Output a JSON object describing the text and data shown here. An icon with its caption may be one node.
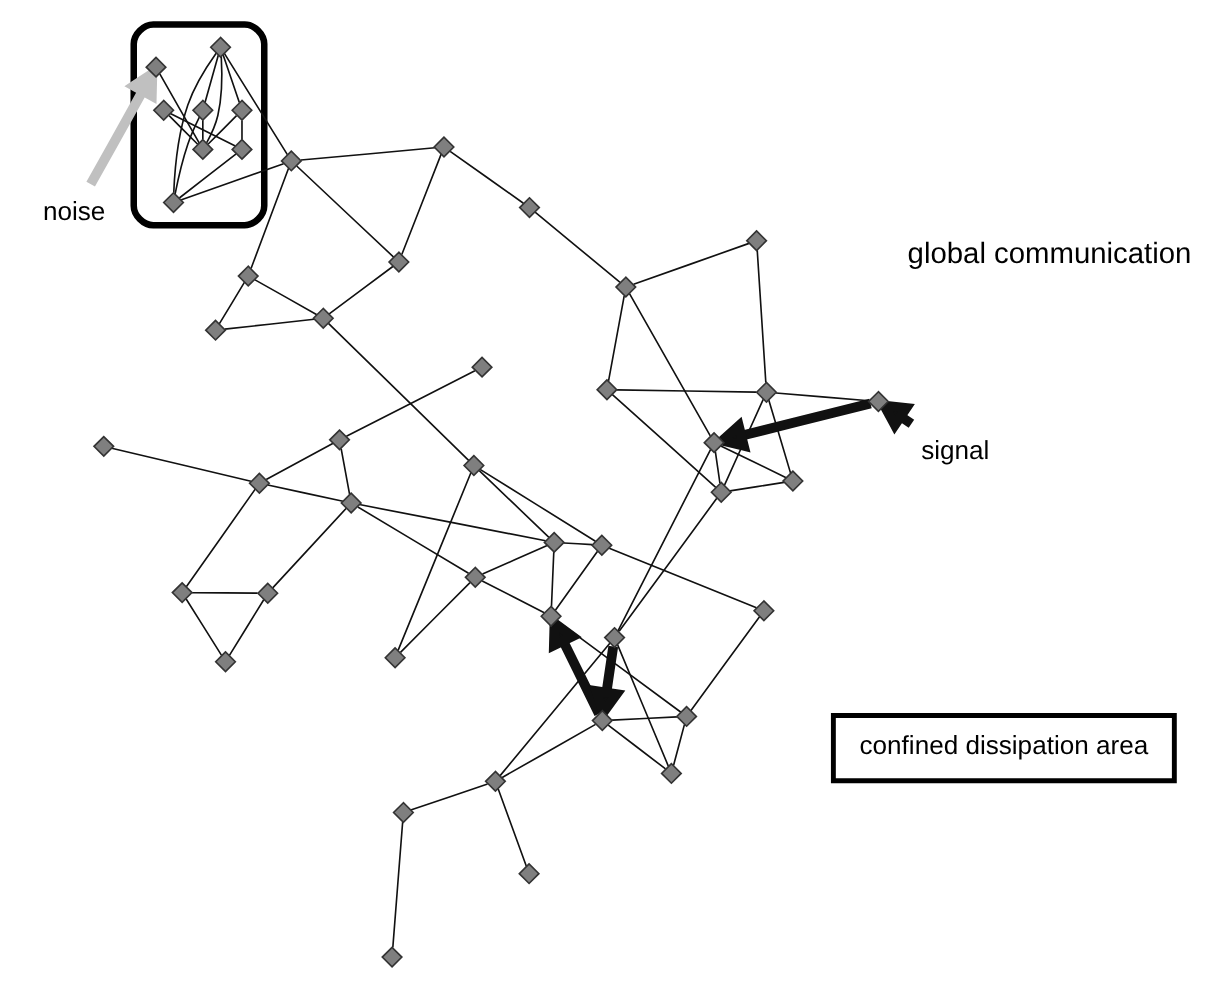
{
  "diagram": {
    "nodes": [
      {
        "text": [],
        "shape": "diamond"
      },
      {
        "text": [],
        "shape": "diamond"
      },
      {
        "text": [],
        "shape": "diamond"
      },
      {
        "text": [],
        "shape": "diamond"
      },
      {
        "text": [],
        "shape": "diamond"
      },
      {
        "text": [],
        "shape": "diamond"
      },
      {
        "text": [],
        "shape": "diamond"
      },
      {
        "text": [],
        "shape": "diamond"
      },
      {
        "text": [],
        "shape": "diamond"
      },
      {
        "text": [],
        "shape": "diamond"
      },
      {
        "text": [],
        "shape": "diamond"
      },
      {
        "text": [],
        "shape": "diamond"
      },
      {
        "text": [],
        "shape": "diamond"
      },
      {
        "text": [],
        "shape": "diamond"
      },
      {
        "text": [],
        "shape": "diamond"
      },
      {
        "text": [],
        "shape": "diamond"
      },
      {
        "text": [],
        "shape": "diamond"
      },
      {
        "text": [],
        "shape": "diamond"
      },
      {
        "text": [],
        "shape": "diamond"
      },
      {
        "text": [],
        "shape": "diamond"
      },
      {
        "text": [],
        "shape": "diamond"
      },
      {
        "text": [],
        "shape": "diamond"
      },
      {
        "text": [],
        "shape": "diamond"
      },
      {
        "text": [],
        "shape": "diamond"
      },
      {
        "text": [],
        "shape": "diamond"
      },
      {
        "text": [],
        "shape": "diamond"
      },
      {
        "text": [],
        "shape": "diamond"
      },
      {
        "text": [],
        "shape": "diamond"
      },
      {
        "text": [],
        "shape": "diamond"
      },
      {
        "text": [],
        "shape": "diamond"
      },
      {
        "text": [],
        "shape": "diamond"
      },
      {
        "text": [],
        "shape": "diamond"
      },
      {
        "text": [],
        "shape": "diamond"
      },
      {
        "text": [],
        "shape": "diamond"
      },
      {
        "text": [],
        "shape": "diamond"
      },
      {
        "text": [],
        "shape": "diamond"
      },
      {
        "text": [],
        "shape": "diamond"
      },
      {
        "text": [],
        "shape": "diamond"
      },
      {
        "text": [],
        "shape": "ellipse"
      },
      {
        "text": [],
        "shape": "diamond",
        "in": 38
      },
      {
        "text": [],
        "shape": "diamond",
        "in": 38
      },
      {
        "text": [],
        "shape": "diamond",
        "in": 38
      },
      {
        "text": [],
        "shape": "diamond",
        "in": 38
      },
      {
        "text": [],
        "shape": "diamond",
        "in": 38
      },
      {
        "text": [],
        "shape": "diamond",
        "in": 38
      },
      {
        "text": [],
        "shape": "diamond",
        "in": 38
      },
      {
        "text": [],
        "shape": "diamond",
        "in": 38
      },
      {
        "text": [
          "signal"
        ]
      },
      {
        "text": [
          "noise"
        ]
      },
      {
        "text": [
          "confined dissipation area"
        ]
      }
    ],
    "edges": [
      {
        "from": 0,
        "to": 1,
        "arrow": "none"
      },
      {
        "from": 1,
        "to": 2,
        "arrow": "none"
      },
      {
        "from": 2,
        "to": 3,
        "arrow": "none"
      },
      {
        "from": 1,
        "to": 4,
        "arrow": "none"
      },
      {
        "from": 4,
        "to": 5,
        "arrow": "none"
      },
      {
        "from": 4,
        "to": 6,
        "arrow": "none"
      },
      {
        "from": 5,
        "to": 6,
        "arrow": "none"
      },
      {
        "from": 6,
        "to": 7,
        "arrow": "none"
      },
      {
        "from": 1,
        "to": 7,
        "arrow": "none"
      },
      {
        "from": 2,
        "to": 7,
        "arrow": "none"
      },
      {
        "from": 7,
        "to": 8,
        "arrow": "none"
      },
      {
        "from": 7,
        "to": 9,
        "arrow": "none"
      },
      {
        "from": 8,
        "to": 10,
        "arrow": "none"
      },
      {
        "from": 8,
        "to": 9,
        "arrow": "none"
      },
      {
        "from": 9,
        "to": 10,
        "arrow": "none"
      },
      {
        "from": 10,
        "to": 14,
        "arrow": "none"
      },
      {
        "from": 9,
        "to": 13,
        "arrow": "none"
      },
      {
        "from": 9,
        "to": 14,
        "arrow": "none"
      },
      {
        "from": 8,
        "to": 12,
        "arrow": "none"
      },
      {
        "from": 12,
        "to": 13,
        "arrow": "none"
      },
      {
        "from": 13,
        "to": 14,
        "arrow": "none"
      },
      {
        "from": 14,
        "to": 11,
        "arrow": "none"
      },
      {
        "from": 10,
        "to": 20,
        "arrow": "none"
      },
      {
        "from": 11,
        "to": 20,
        "arrow": "none"
      },
      {
        "from": 15,
        "to": 18,
        "arrow": "none"
      },
      {
        "from": 18,
        "to": 19,
        "arrow": "none"
      },
      {
        "from": 18,
        "to": 17,
        "arrow": "none"
      },
      {
        "from": 17,
        "to": 16,
        "arrow": "none"
      },
      {
        "from": 19,
        "to": 20,
        "arrow": "none"
      },
      {
        "from": 19,
        "to": 21,
        "arrow": "none"
      },
      {
        "from": 20,
        "to": 21,
        "arrow": "none"
      },
      {
        "from": 21,
        "to": 22,
        "arrow": "none"
      },
      {
        "from": 18,
        "to": 22,
        "arrow": "none"
      },
      {
        "from": 22,
        "to": 23,
        "arrow": "none"
      },
      {
        "from": 22,
        "to": 24,
        "arrow": "none"
      },
      {
        "from": 23,
        "to": 24,
        "arrow": "none"
      },
      {
        "from": 23,
        "to": 25,
        "arrow": "none"
      },
      {
        "from": 24,
        "to": 25,
        "arrow": "none"
      },
      {
        "from": 25,
        "to": 26,
        "arrow": "none"
      },
      {
        "from": 24,
        "to": 26,
        "arrow": "none"
      },
      {
        "from": 23,
        "to": 27,
        "arrow": "none"
      },
      {
        "from": 24,
        "to": 28,
        "arrow": "none"
      },
      {
        "from": 27,
        "to": 28,
        "arrow": "none"
      },
      {
        "from": 28,
        "to": 26,
        "arrow": "none"
      },
      {
        "from": 27,
        "to": 29,
        "arrow": "none"
      },
      {
        "from": 29,
        "to": 26,
        "arrow": "none"
      },
      {
        "from": 26,
        "to": 30,
        "arrow": "none"
      },
      {
        "from": 27,
        "to": 34,
        "arrow": "none"
      },
      {
        "from": 13,
        "to": 31,
        "arrow": "none"
      },
      {
        "from": 31,
        "to": 32,
        "arrow": "none"
      },
      {
        "from": 32,
        "to": 33,
        "arrow": "none"
      },
      {
        "from": 33,
        "to": 34,
        "arrow": "none"
      },
      {
        "from": 31,
        "to": 35,
        "arrow": "none"
      },
      {
        "from": 31,
        "to": 36,
        "arrow": "none"
      },
      {
        "from": 35,
        "to": 36,
        "arrow": "none"
      },
      {
        "from": 36,
        "to": 37,
        "arrow": "none"
      },
      {
        "from": 32,
        "to": 37,
        "arrow": "none"
      },
      {
        "from": 33,
        "to": 37,
        "arrow": "none"
      },
      {
        "from": 37,
        "to": 39,
        "arrow": "none"
      },
      {
        "from": 37,
        "to": 41,
        "arrow": "none"
      },
      {
        "from": 39,
        "to": 40,
        "arrow": "none"
      },
      {
        "from": 39,
        "to": 41,
        "arrow": "none"
      },
      {
        "from": 39,
        "to": 44,
        "arrow": "none"
      },
      {
        "from": 41,
        "to": 40,
        "arrow": "none"
      },
      {
        "from": 40,
        "to": 43,
        "arrow": "none"
      },
      {
        "from": 41,
        "to": 43,
        "arrow": "none"
      },
      {
        "from": 41,
        "to": 45,
        "arrow": "none"
      },
      {
        "from": 43,
        "to": 42,
        "arrow": "none"
      },
      {
        "from": 44,
        "to": 45,
        "arrow": "none"
      },
      {
        "from": 45,
        "to": 43,
        "arrow": "none"
      },
      {
        "from": 44,
        "to": 46,
        "arrow": "none"
      },
      {
        "from": 46,
        "to": 43,
        "arrow": "none"
      },
      {
        "from": 19,
        "to": 10,
        "arrow": "to",
        "style": "thick"
      },
      {
        "from": 22,
        "to": 19,
        "arrow": "to",
        "style": "thick"
      },
      {
        "from": 30,
        "to": 23,
        "arrow": "to",
        "style": "thick"
      },
      {
        "from": 47,
        "to": 30,
        "arrow": "to",
        "style": "thick"
      },
      {
        "from": 48,
        "to": 42,
        "arrow": "to",
        "style": "thick",
        "color": "#c0c0c0"
      }
    ],
    "labels": [
      "global communication"
    ]
  }
}
